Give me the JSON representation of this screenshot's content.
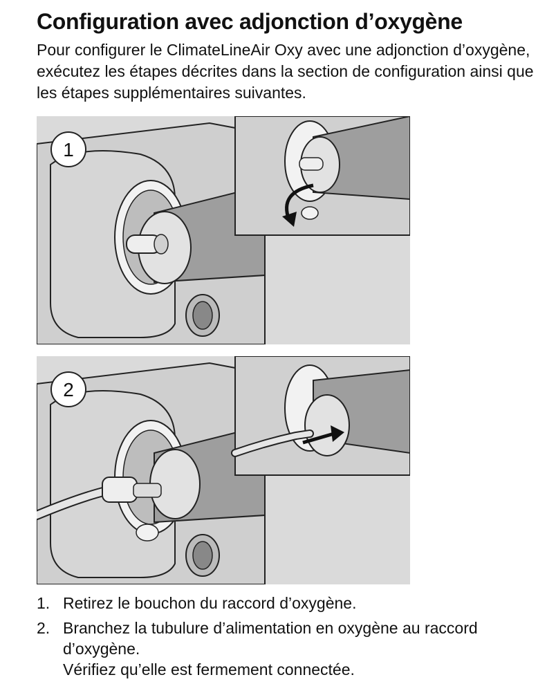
{
  "heading": "Configuration avec adjonction d’oxygène",
  "intro": "Pour configurer le ClimateLineAir Oxy avec une adjonction d’oxygène, exécutez les étapes décrites dans la section de configuration ainsi que les étapes supplémentaires suivantes.",
  "figures": [
    {
      "badge": "1"
    },
    {
      "badge": "2"
    }
  ],
  "steps": [
    {
      "number": "1.",
      "lines": [
        "Retirez le bouchon du raccord d’oxygène."
      ]
    },
    {
      "number": "2.",
      "lines": [
        "Branchez la tubulure d’alimentation en oxygène au raccord d’oxygène.",
        "Vérifiez qu’elle est fermement connectée."
      ]
    }
  ],
  "colors": {
    "text": "#111111",
    "illustration_bg": "#d9d9d9",
    "device": "#c8c8c8",
    "outline": "#1a1a1a"
  }
}
